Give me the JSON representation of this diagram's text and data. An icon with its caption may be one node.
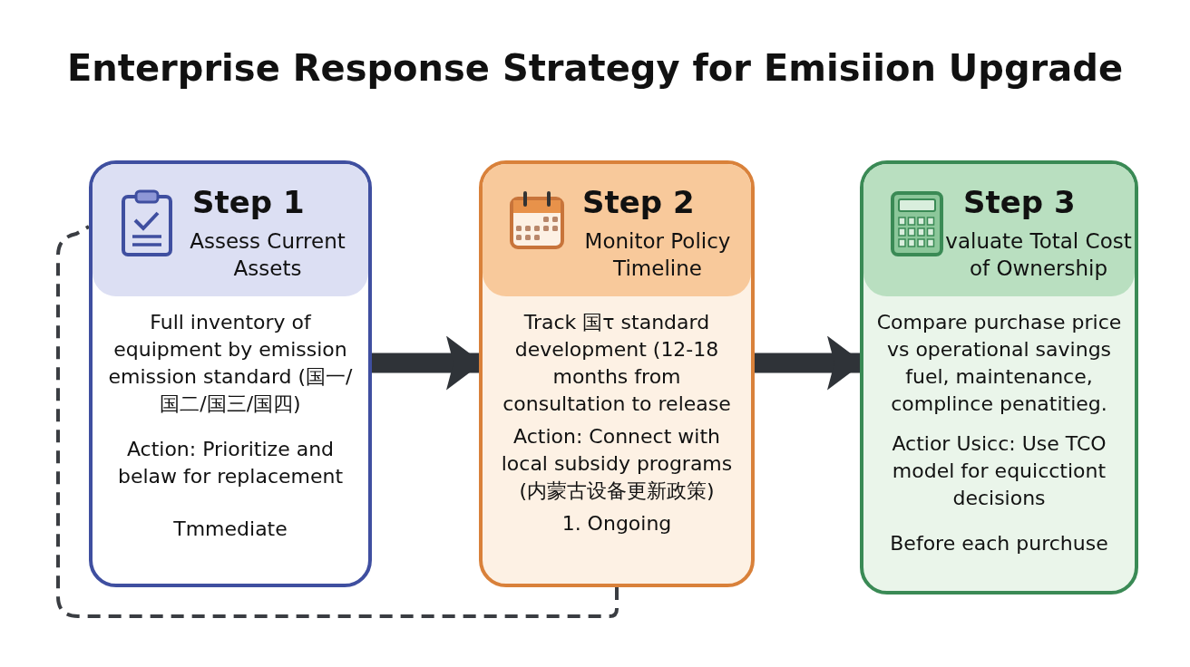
{
  "diagram": {
    "title": "Enterprise Response Strategy for Emisiion Upgrade",
    "nodes": [
      {
        "text": [
          "Step 1",
          "Assess Current Assets",
          "Full inventory of equipment by emission emission standard (国一/国二/国三/国四)",
          "Action: Prioritize and belaw for replacement",
          "Tmmediate"
        ]
      },
      {
        "text": [
          "Step 2",
          "Monitor Policy Timeline",
          "Track 国τ standard development (12-18 months from consultation to release",
          "Action: Connect with local subsidy programs (内蒙古设备更新政策)",
          "1. Ongoing"
        ]
      },
      {
        "text": [
          "Step 3",
          "valuate Total Cost of Ownership",
          "Compare purchase price vs operational savings fuel, maintenance, complince penatitieg.",
          "Actior Usicc: Use TCO model for equicctiont decisions",
          "Before each purchuse"
        ]
      }
    ],
    "edges": [
      {
        "from": 0,
        "to": 1,
        "arrow": "to"
      },
      {
        "from": 1,
        "to": 2,
        "arrow": "to"
      },
      {
        "from": 1,
        "to": 0,
        "arrow": "none",
        "style": "dashed"
      }
    ]
  }
}
